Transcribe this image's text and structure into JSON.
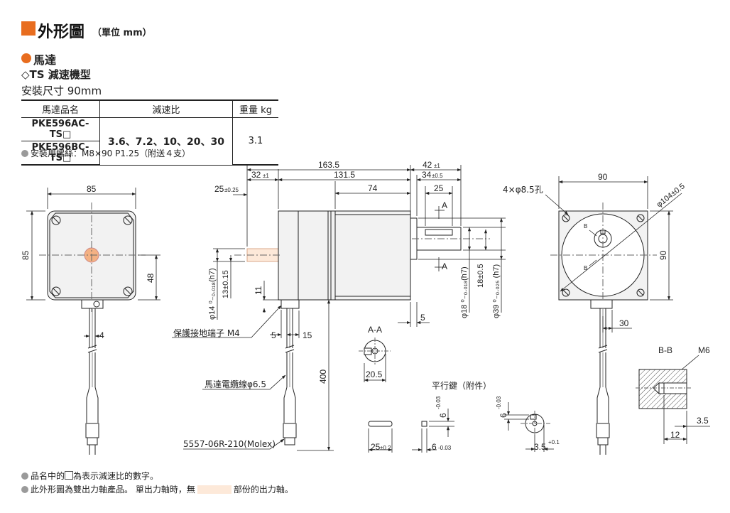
{
  "header": {
    "title": "外形圖",
    "unit": "（單位 mm）",
    "section": "馬達",
    "subsection": "◇TS 減速機型",
    "mount": "安裝尺寸 90mm"
  },
  "table": {
    "headers": [
      "馬達品名",
      "減速比",
      "重量 kg"
    ],
    "rows": [
      {
        "name": "PKE596AC-TS□",
        "ratio": "3.6、7.2、10、20、30",
        "weight": "3.1"
      },
      {
        "name": "PKE596BC-TS□"
      }
    ]
  },
  "notes": {
    "screw": "安裝用螺絲：M8×90 P1.25（附送４支）",
    "footnote1_a": "品名中的",
    "footnote1_b": "為表示減速比的數字。",
    "footnote2_a": "此外形圖為雙出力軸產品。 單出力軸時，無",
    "footnote2_b": "部份的出力軸。"
  },
  "labels": {
    "ground": "保護接地端子 M4",
    "cable": "馬達電纜線φ6.5",
    "connector": "5557-06R-210(Molex)",
    "aa": "A-A",
    "bb": "B-B",
    "key": "平行鍵（附件）",
    "holes": "4×φ8.5孔",
    "pcd": "φ104±0.5",
    "m6": "M6",
    "a": "A",
    "b": "B"
  },
  "dims": {
    "d85w": "85",
    "d85h": "85",
    "d48": "48",
    "d4": "4",
    "d163": "163.5",
    "d32": "32",
    "d32t": "±1",
    "d131": "131.5",
    "d74": "74",
    "d25": "25",
    "d25t": "±0.25",
    "d42": "42",
    "d42t": "±1",
    "d34": "34",
    "d34t": "±0.5",
    "d25b": "25",
    "d14": "φ14 ⁰₋₀.₀₁₈(h7)",
    "d13": "13±0.15",
    "d11": "11",
    "d5": "5",
    "d15": "15",
    "d400": "400",
    "d5b": "5",
    "d18": "φ18 ⁰₋₀.₀₁₈(h7)",
    "d18b": "18±0.5",
    "d39": "φ39 ⁰₋₀.₀₂₅ (h7)",
    "d205": "20.5",
    "key25": "25",
    "key25t": "±0.2",
    "key6": "6",
    "key6t": "-0.03",
    "key6v": "6",
    "key6vt": "-0.03",
    "k6s": "6",
    "k6st": "-0.03",
    "k35": "3.5",
    "k35t": "+0.1",
    "d90w": "90",
    "d90h": "90",
    "d30": "30",
    "bb35": "3.5",
    "bb12": "12"
  },
  "colors": {
    "accent": "#e86d1f",
    "shaft": "#fde9d9",
    "motor_body": "#f2f2f2",
    "gear_body": "#f2f2f2"
  }
}
